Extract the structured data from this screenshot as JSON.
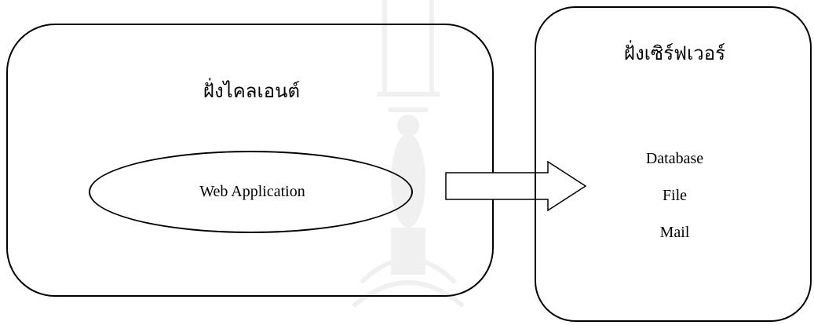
{
  "client": {
    "title": "ฝั่งไคลเอนต์",
    "app_label": "Web Application"
  },
  "server": {
    "title": "ฝั่งเซิร์ฟเวอร์",
    "items": [
      "Database",
      "File",
      "Mail"
    ]
  },
  "colors": {
    "stroke": "#000000",
    "background": "#ffffff"
  }
}
